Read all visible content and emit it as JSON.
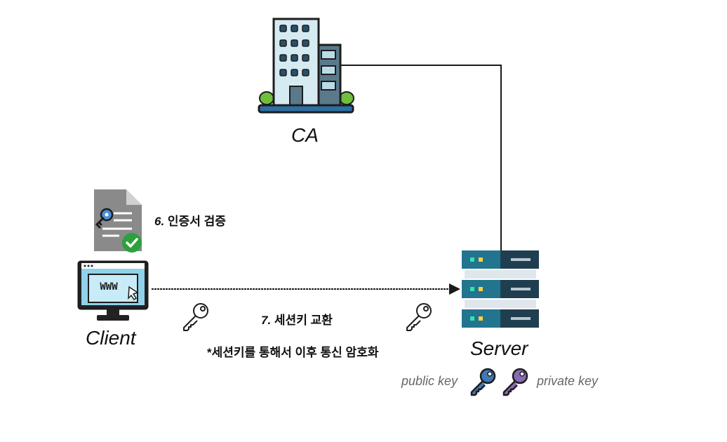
{
  "nodes": {
    "ca": {
      "label": "CA"
    },
    "client": {
      "label": "Client"
    },
    "server": {
      "label": "Server"
    }
  },
  "steps": {
    "step6": {
      "number": "6.",
      "text": "인증서 검증"
    },
    "step7": {
      "number": "7.",
      "text": "세션키 교환"
    },
    "note": "*세션키를 통해서 이후 통신 암호화"
  },
  "legend": {
    "public_key": "public key",
    "private_key": "private key"
  },
  "colors": {
    "public_key": "#3d7ab8",
    "private_key": "#8b6ab8",
    "server_dark": "#1f3f50",
    "server_light": "#22748f",
    "check": "#2ca03c"
  }
}
